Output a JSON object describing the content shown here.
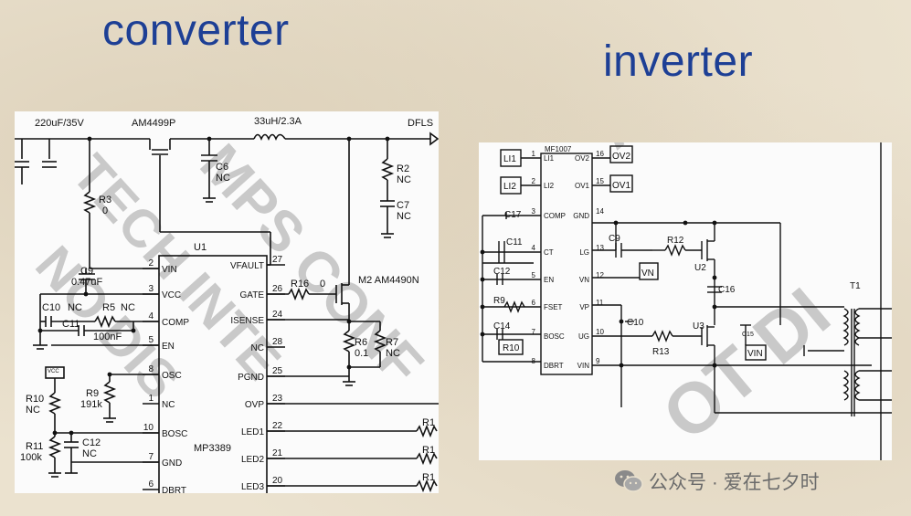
{
  "titles": {
    "converter": "converter",
    "inverter": "inverter"
  },
  "footer": {
    "text": "公众号 · 爱在七夕时",
    "icon": "wechat-icon"
  },
  "watermarks": {
    "converter": [
      "MPS CONF",
      "TECH INTE",
      "NO DIS"
    ],
    "inverter": [
      "AN",
      "OT DI"
    ]
  },
  "converter": {
    "top_labels": [
      "220uF/35V",
      "AM4499P",
      "33uH/2.3A",
      "DFLS"
    ],
    "chip_name": "U1",
    "chip_part": "MP3389",
    "left_pins": [
      {
        "num": "2",
        "name": "VIN"
      },
      {
        "num": "3",
        "name": "VCC"
      },
      {
        "num": "4",
        "name": "COMP"
      },
      {
        "num": "5",
        "name": "EN"
      },
      {
        "num": "8",
        "name": "OSC"
      },
      {
        "num": "1",
        "name": "NC"
      },
      {
        "num": "10",
        "name": "BOSC"
      },
      {
        "num": "7",
        "name": "GND"
      },
      {
        "num": "6",
        "name": "DBRT"
      }
    ],
    "right_pins": [
      {
        "num": "27",
        "name": "VFAULT"
      },
      {
        "num": "26",
        "name": "GATE"
      },
      {
        "num": "24",
        "name": "ISENSE"
      },
      {
        "num": "28",
        "name": "NC"
      },
      {
        "num": "25",
        "name": "PGND"
      },
      {
        "num": "23",
        "name": "OVP"
      },
      {
        "num": "22",
        "name": "LED1"
      },
      {
        "num": "21",
        "name": "LED2"
      },
      {
        "num": "20",
        "name": "LED3"
      }
    ],
    "components": {
      "c6": "C6",
      "c6v": "NC",
      "r2": "R2",
      "r2v": "NC",
      "c7": "C7",
      "c7v": "NC",
      "r3": "R3",
      "r3v": "0",
      "c9": "C9",
      "c9v": "0.47uF",
      "c10": "C10",
      "c10v": "NC",
      "r5": "R5",
      "r5v": "NC",
      "c11": "C11",
      "c11v": "100nF",
      "r16": "R16",
      "r16v": "0",
      "m2": "M2 AM4490N",
      "r6": "R6",
      "r6v": "0.1",
      "r7": "R7",
      "r7v": "NC",
      "vcc": "VCC",
      "r9": "R9",
      "r9v": "191k",
      "r10": "R10",
      "r10v": "NC",
      "r11": "R11",
      "r11v": "100k",
      "c12": "C12",
      "c12v": "NC",
      "r1": "R1"
    }
  },
  "inverter": {
    "chip_part": "MF1007",
    "left_pins": [
      {
        "num": "1",
        "name": "LI1"
      },
      {
        "num": "2",
        "name": "LI2"
      },
      {
        "num": "3",
        "name": "COMP"
      },
      {
        "num": "4",
        "name": "CT"
      },
      {
        "num": "5",
        "name": "EN"
      },
      {
        "num": "6",
        "name": "FSET"
      },
      {
        "num": "7",
        "name": "BOSC"
      },
      {
        "num": "8",
        "name": "DBRT"
      }
    ],
    "right_pins": [
      {
        "num": "16",
        "name": "OV2"
      },
      {
        "num": "15",
        "name": "OV1"
      },
      {
        "num": "14",
        "name": "GND"
      },
      {
        "num": "13",
        "name": "LG"
      },
      {
        "num": "12",
        "name": "VN"
      },
      {
        "num": "11",
        "name": "VP"
      },
      {
        "num": "10",
        "name": "UG"
      },
      {
        "num": "9",
        "name": "VIN"
      }
    ],
    "boxes": {
      "li1": "LI1",
      "li2": "LI2",
      "ov2": "OV2",
      "ov1": "OV1",
      "vn": "VN",
      "vin": "VIN"
    },
    "components": {
      "c17": "C17",
      "c11": "C11",
      "c12": "C12",
      "r9": "R9",
      "c14": "C14",
      "r10": "R10",
      "c9": "C9",
      "r12": "R12",
      "u2": "U2",
      "c16": "C16",
      "c10": "C10",
      "u3": "U3",
      "r13": "R13",
      "c15": "C15",
      "t1": "T1"
    }
  }
}
